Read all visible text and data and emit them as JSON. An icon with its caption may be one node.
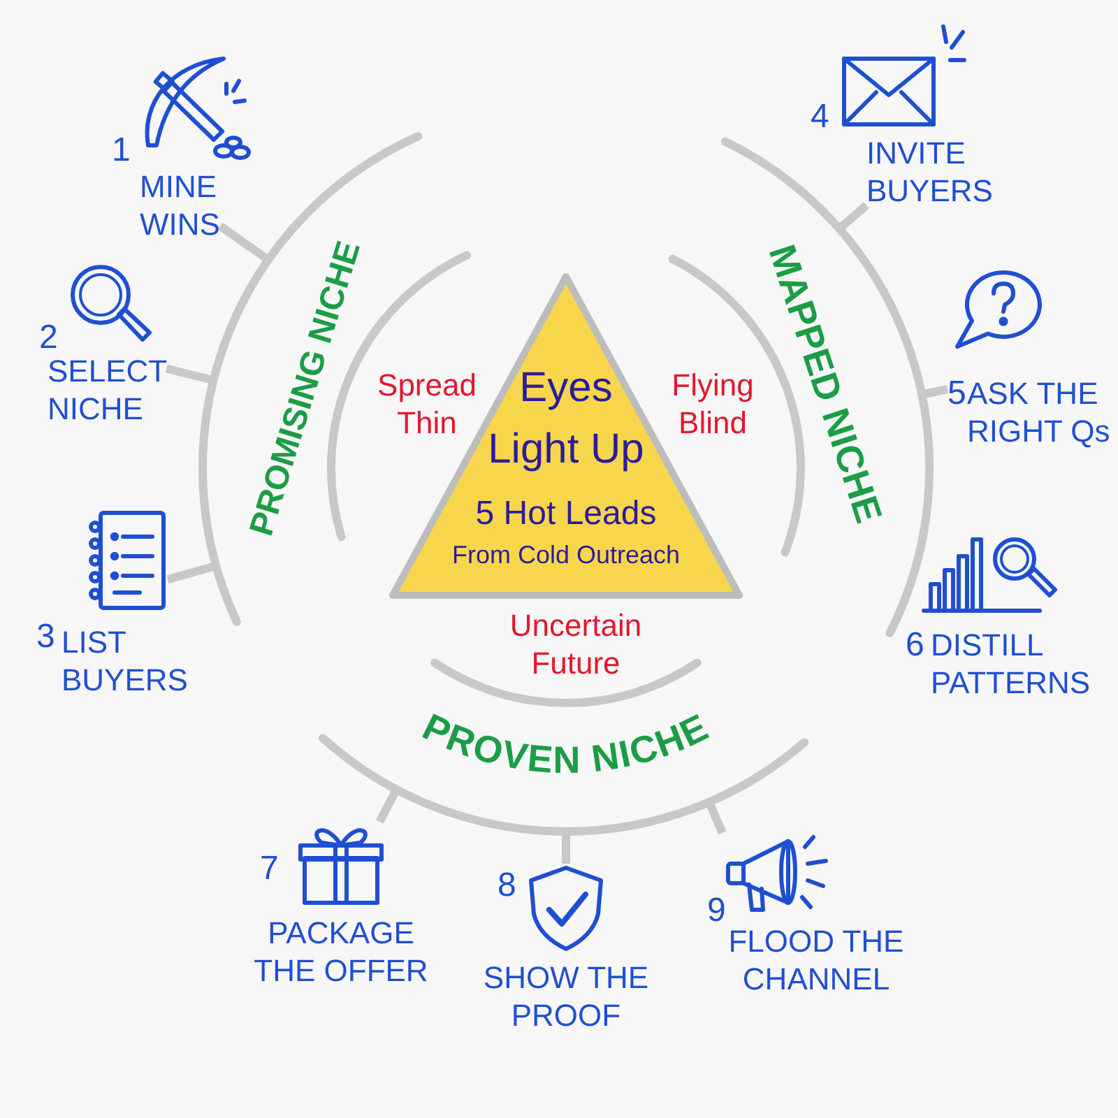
{
  "diagram": {
    "nodes": [
      {
        "text": [
          "Eyes Light Up",
          "5 Hot Leads",
          "From Cold Outreach"
        ]
      },
      {
        "text": [
          "PROMISING NICHE"
        ]
      },
      {
        "text": [
          "MAPPED NICHE"
        ]
      },
      {
        "text": [
          "PROVEN NICHE"
        ]
      },
      {
        "text": [
          "1",
          "MINE WINS"
        ]
      },
      {
        "text": [
          "2",
          "SELECT NICHE"
        ]
      },
      {
        "text": [
          "3",
          "LIST BUYERS"
        ]
      },
      {
        "text": [
          "4",
          "INVITE BUYERS"
        ]
      },
      {
        "text": [
          "5",
          "ASK THE RIGHT Qs"
        ]
      },
      {
        "text": [
          "6",
          "DISTILL PATTERNS"
        ]
      },
      {
        "text": [
          "7",
          "PACKAGE THE OFFER"
        ]
      },
      {
        "text": [
          "8",
          "SHOW THE PROOF"
        ]
      },
      {
        "text": [
          "9",
          "FLOOD THE CHANNEL"
        ]
      }
    ],
    "edges": [
      {
        "from": 1,
        "to": 4,
        "arrow": "none"
      },
      {
        "from": 1,
        "to": 5,
        "arrow": "none"
      },
      {
        "from": 1,
        "to": 6,
        "arrow": "none"
      },
      {
        "from": 2,
        "to": 7,
        "arrow": "none"
      },
      {
        "from": 2,
        "to": 8,
        "arrow": "none"
      },
      {
        "from": 3,
        "to": 10,
        "arrow": "none"
      },
      {
        "from": 3,
        "to": 11,
        "arrow": "none"
      },
      {
        "from": 3,
        "to": 12,
        "arrow": "none"
      }
    ],
    "labels": [
      "Spread Thin",
      "Flying Blind",
      "Uncertain Future"
    ]
  }
}
